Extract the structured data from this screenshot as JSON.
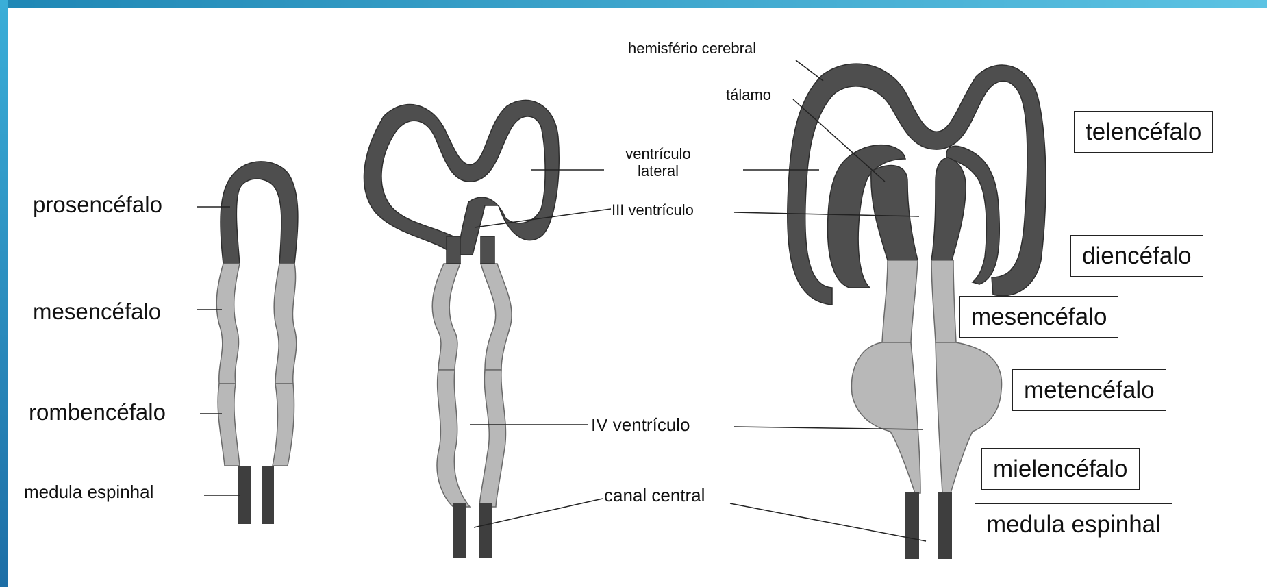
{
  "labels": {
    "left": {
      "prosencefalo": "prosencéfalo",
      "mesencefalo": "mesencéfalo",
      "rombencefalo": "rombencéfalo",
      "medula_espinhal": "medula espinhal"
    },
    "middle": {
      "ventriculo_lateral_line1": "ventrículo",
      "ventriculo_lateral_line2": "lateral",
      "iii_ventriculo": "III ventrículo",
      "iv_ventriculo": "IV ventrículo",
      "canal_central": "canal central"
    },
    "right": {
      "hemisferio_cerebral": "hemisfério cerebral",
      "talamo": "tálamo"
    },
    "boxed": {
      "telencefalo": "telencéfalo",
      "diencefalo": "diencéfalo",
      "mesencefalo": "mesencéfalo",
      "metencefalo": "metencéfalo",
      "mielencefalo": "mielencéfalo",
      "medula_espinhal": "medula espinhal"
    }
  },
  "colors": {
    "frame": "#2a9fd0",
    "dark_tissue": "#4e4e4e",
    "light_tissue": "#b8b8b8"
  }
}
